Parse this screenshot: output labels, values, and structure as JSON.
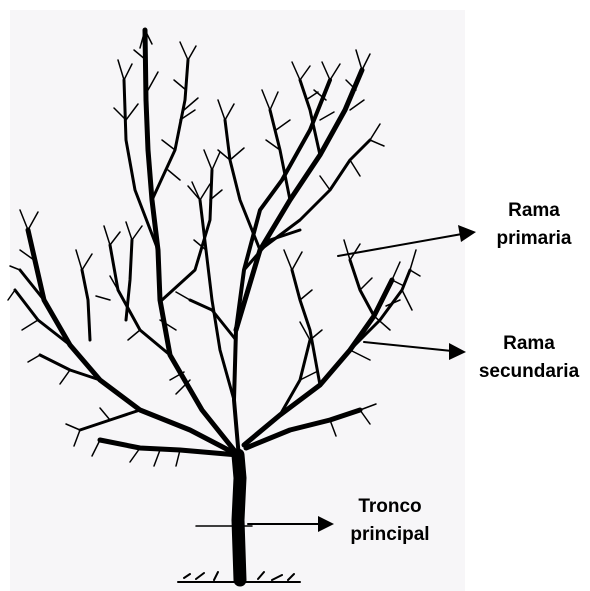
{
  "diagram": {
    "labels": {
      "primary_branch": [
        "Rama",
        "primaria"
      ],
      "secondary_branch": [
        "Rama",
        "secundaria"
      ],
      "main_trunk": [
        "Tronco",
        "principal"
      ]
    },
    "colors": {
      "ink": "#000000",
      "panel": "#f7f6f8",
      "page": "#ffffff"
    }
  }
}
